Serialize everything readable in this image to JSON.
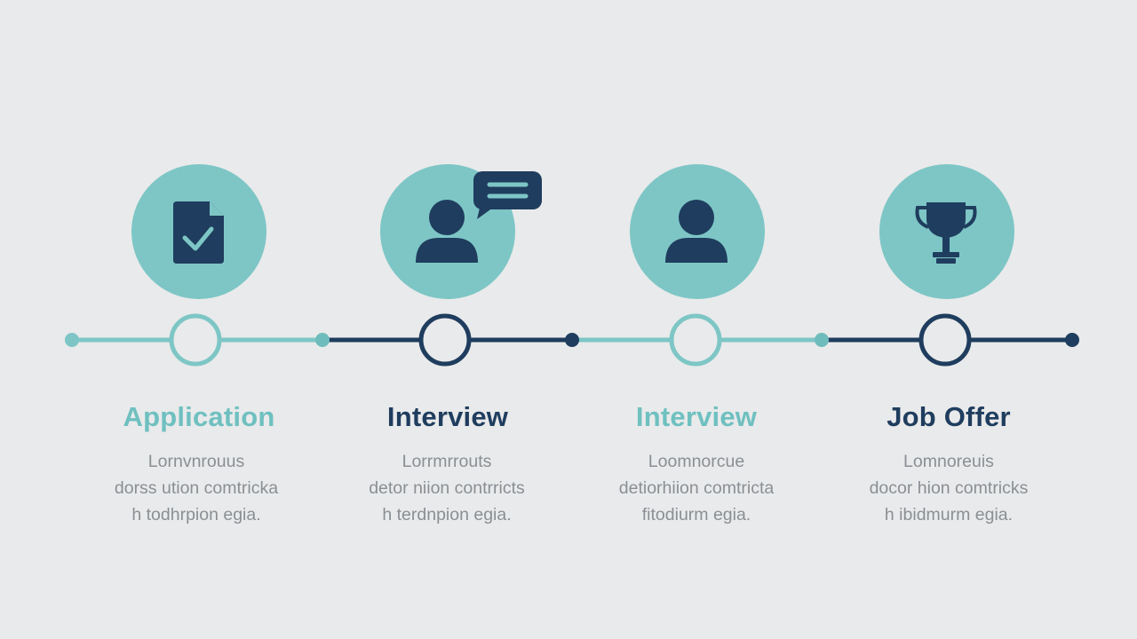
{
  "colors": {
    "background": "#e9eaeb",
    "teal": "#7ec6c6",
    "teal_text": "#6fc0c0",
    "navy": "#1f3d5e",
    "desc_gray": "#8a8f94"
  },
  "steps": [
    {
      "title": "Application",
      "icon": "document-check-icon",
      "theme": "teal",
      "desc": [
        "Lornvnrouus",
        "dorss ution comtricka",
        "h todhrpion egia."
      ]
    },
    {
      "title": "Interview",
      "icon": "person-chat-icon",
      "theme": "navy",
      "desc": [
        "Lorrmrrouts",
        "detor niion contrricts",
        "h terdnpion egia."
      ]
    },
    {
      "title": "Interview",
      "icon": "person-icon",
      "theme": "teal",
      "desc": [
        "Loomnorcue",
        "detiorhiion comtricta",
        "fitodiurm egia."
      ]
    },
    {
      "title": "Job Offer",
      "icon": "trophy-icon",
      "theme": "navy",
      "desc": [
        "Lomnoreuis",
        "docor hion comtricks",
        "h ibidmurm egia."
      ]
    }
  ]
}
